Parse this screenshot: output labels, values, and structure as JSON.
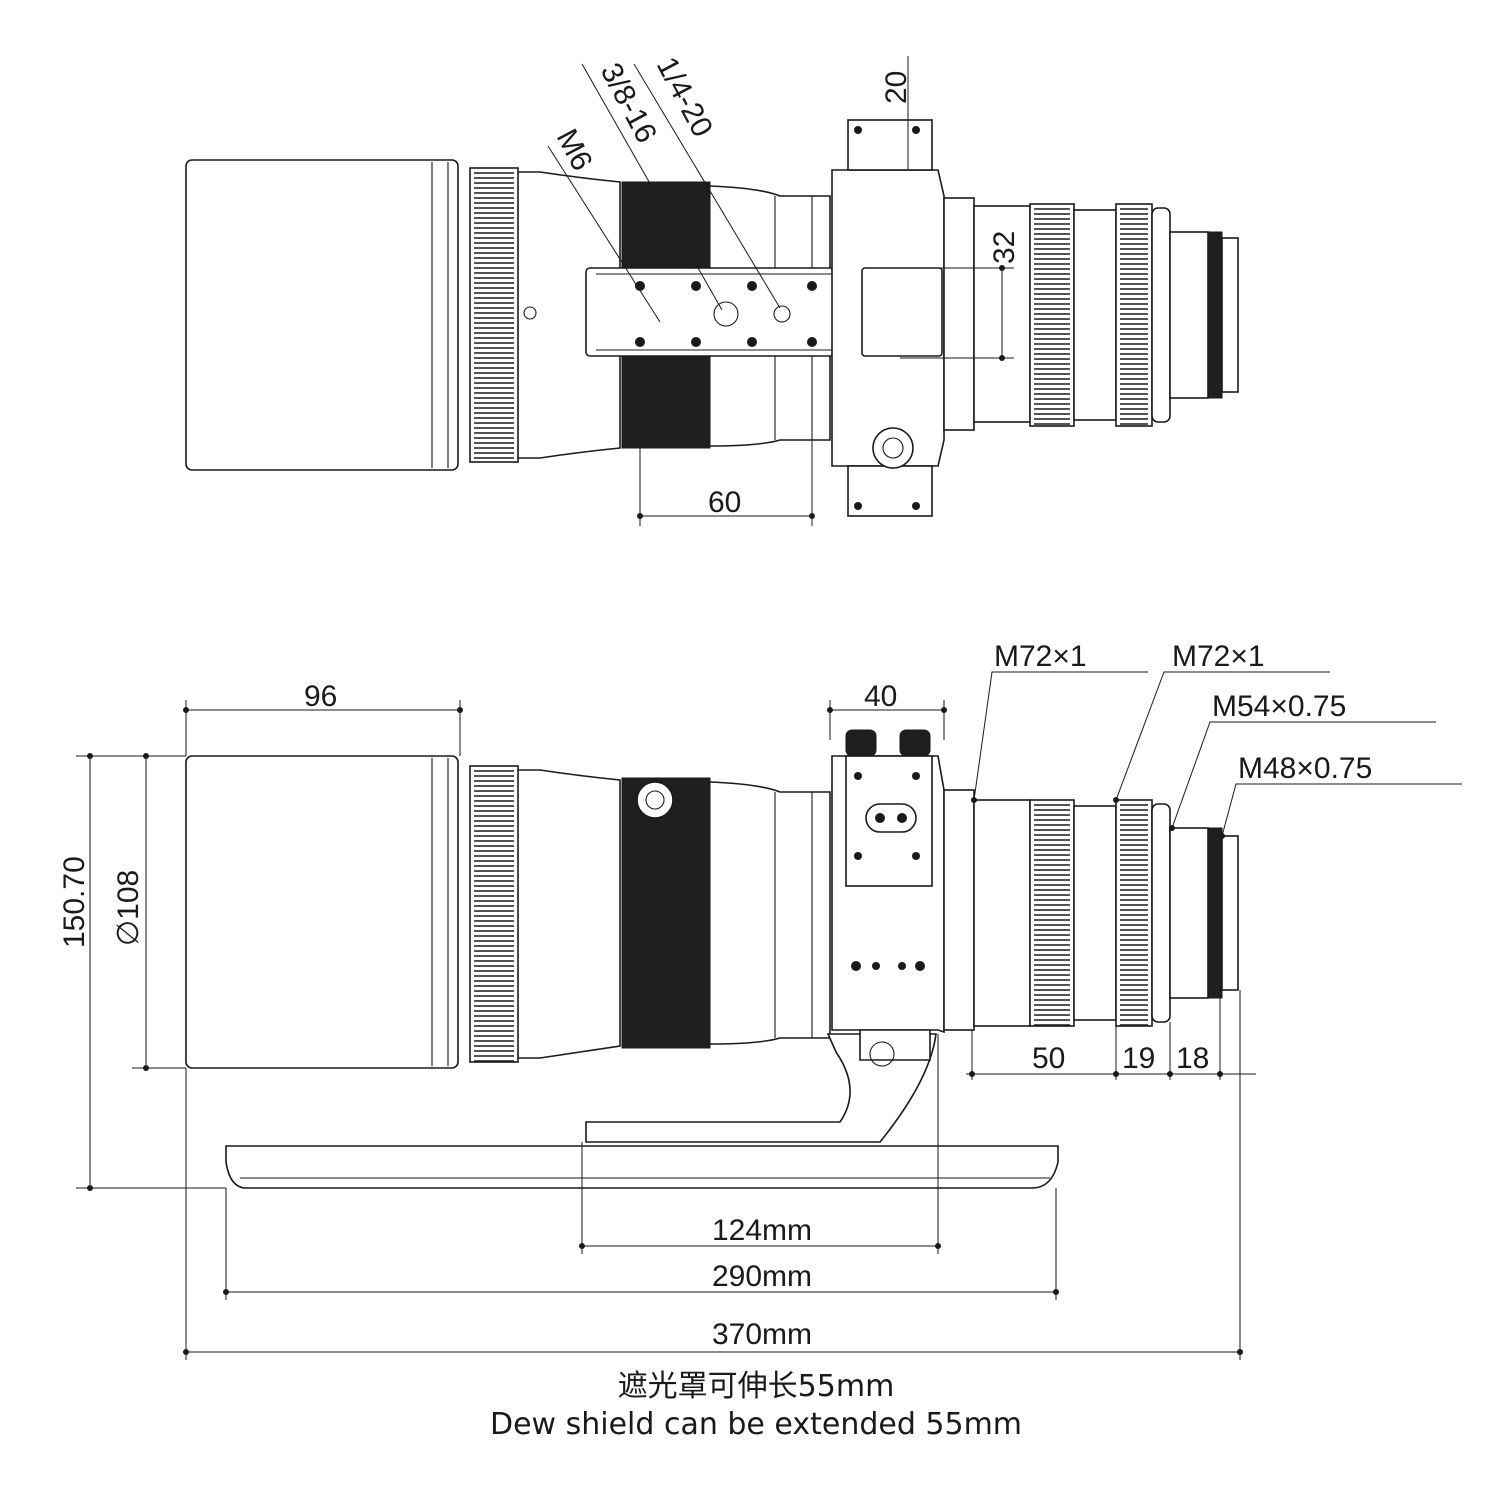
{
  "top_view": {
    "thread_m6": "M6",
    "thread_3_8": "3/8-16",
    "thread_1_4": "1/4-20",
    "dim_20": "20",
    "dim_32": "32",
    "dim_60": "60"
  },
  "side_view": {
    "dim_96": "96",
    "dim_40": "40",
    "dim_150": "150.70",
    "dim_108": "∅108",
    "thread_1": "M72×1",
    "thread_2": "M72×1",
    "thread_3": "M54×0.75",
    "thread_4": "M48×0.75",
    "dim_50": "50",
    "dim_19": "19",
    "dim_18": "18",
    "dim_124": "124mm",
    "dim_290": "290mm",
    "dim_370": "370mm"
  },
  "notes": {
    "cn": "遮光罩可伸长55mm",
    "en": "Dew shield can be extended 55mm"
  }
}
